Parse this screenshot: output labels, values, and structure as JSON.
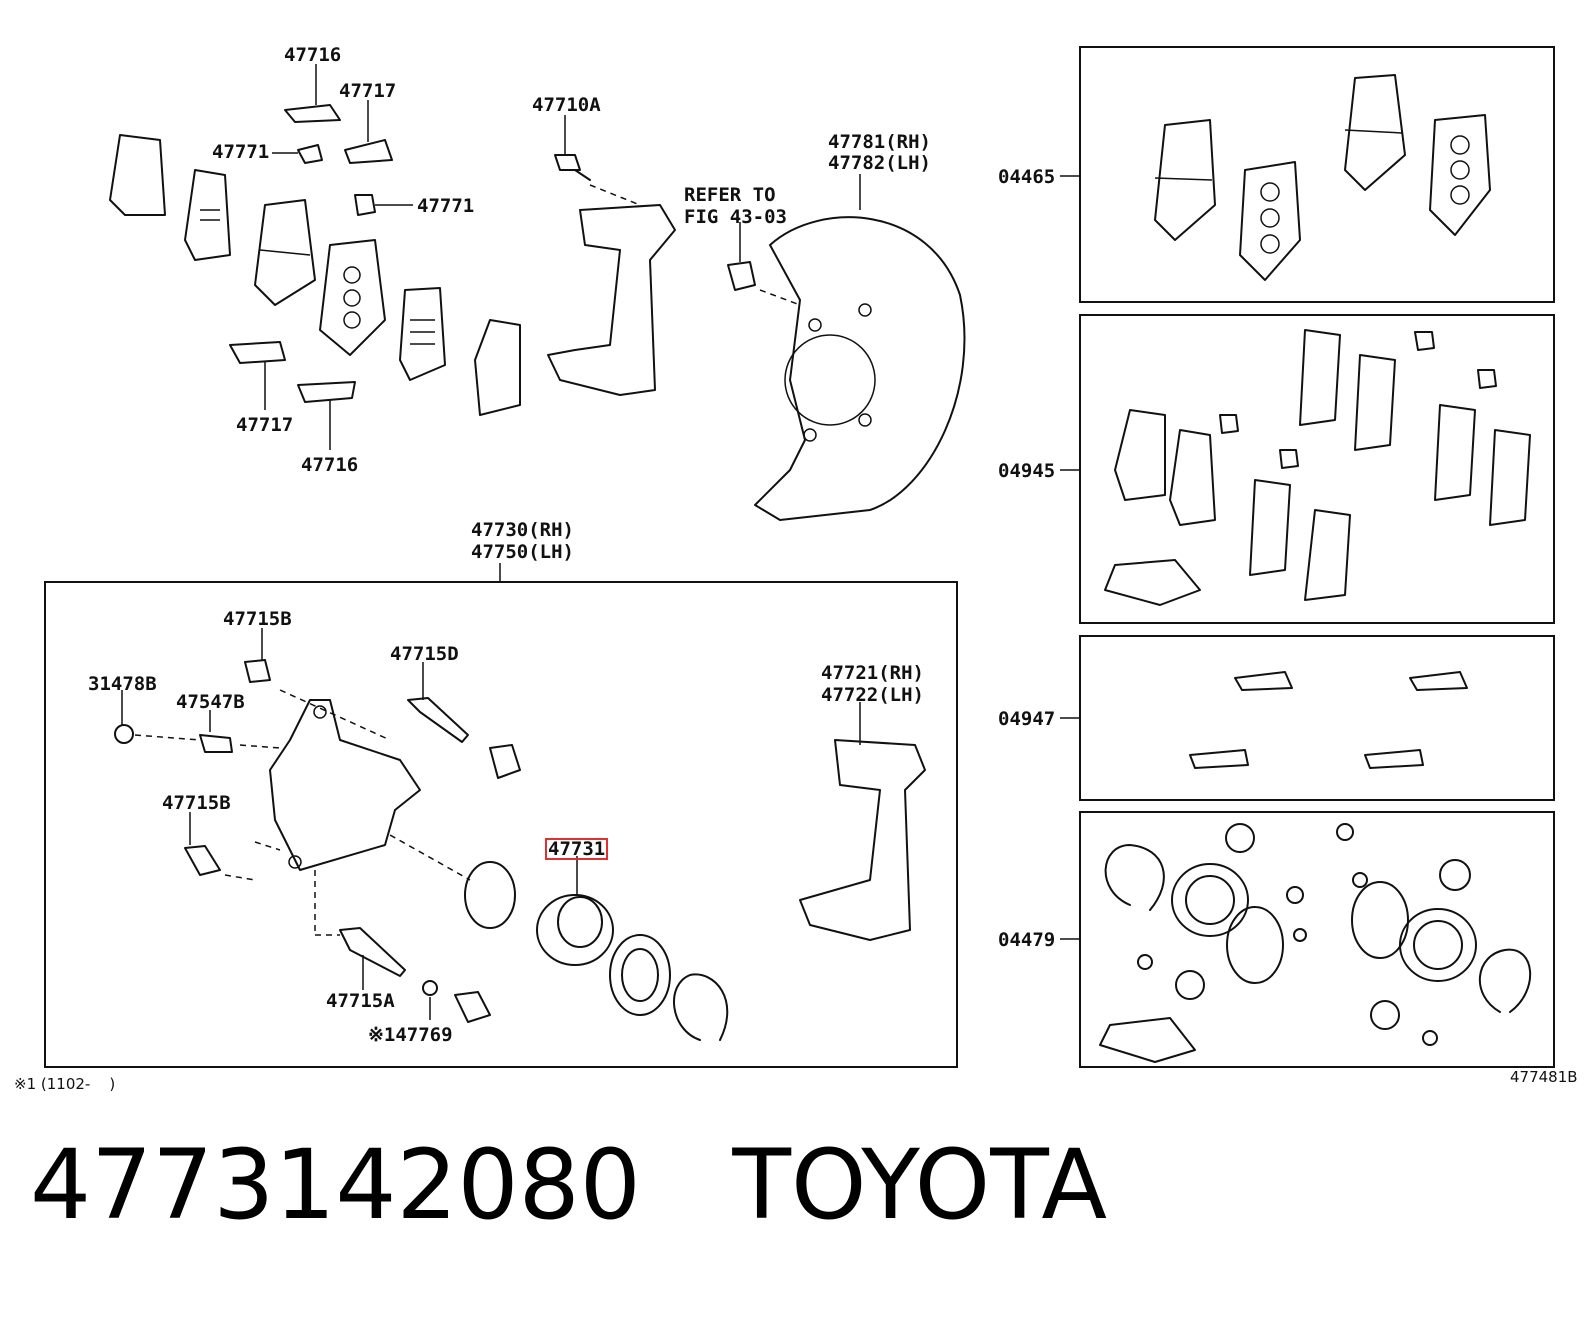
{
  "labels": {
    "p47716_top": "47716",
    "p47717_top": "47717",
    "p47771_left": "47771",
    "p47771_right": "47771",
    "p47717_bottom": "47717",
    "p47716_bottom": "47716",
    "p47710a": "47710A",
    "refer_to": "REFER TO",
    "fig": "FIG 43-03",
    "p47781": "47781(RH)",
    "p47782": "47782(LH)",
    "p47730": "47730(RH)",
    "p47750": "47750(LH)",
    "p47715b_top": "47715B",
    "p47715d": "47715D",
    "p31478b": "31478B",
    "p47547b": "47547B",
    "p47715b_mid": "47715B",
    "p47731": "47731",
    "p47715a": "47715A",
    "p47769": "※147769",
    "p47721": "47721(RH)",
    "p47722": "47722(LH)",
    "kit_04465": "04465",
    "kit_04945": "04945",
    "kit_04947": "04947",
    "kit_04479": "04479",
    "footnote": "※1 (1102-    )",
    "figure_id": "477481B"
  },
  "footer": {
    "part_number": "4773142080",
    "brand": "TOYOTA"
  },
  "colors": {
    "line": "#111111",
    "highlight": "#e03030",
    "background": "#ffffff"
  }
}
